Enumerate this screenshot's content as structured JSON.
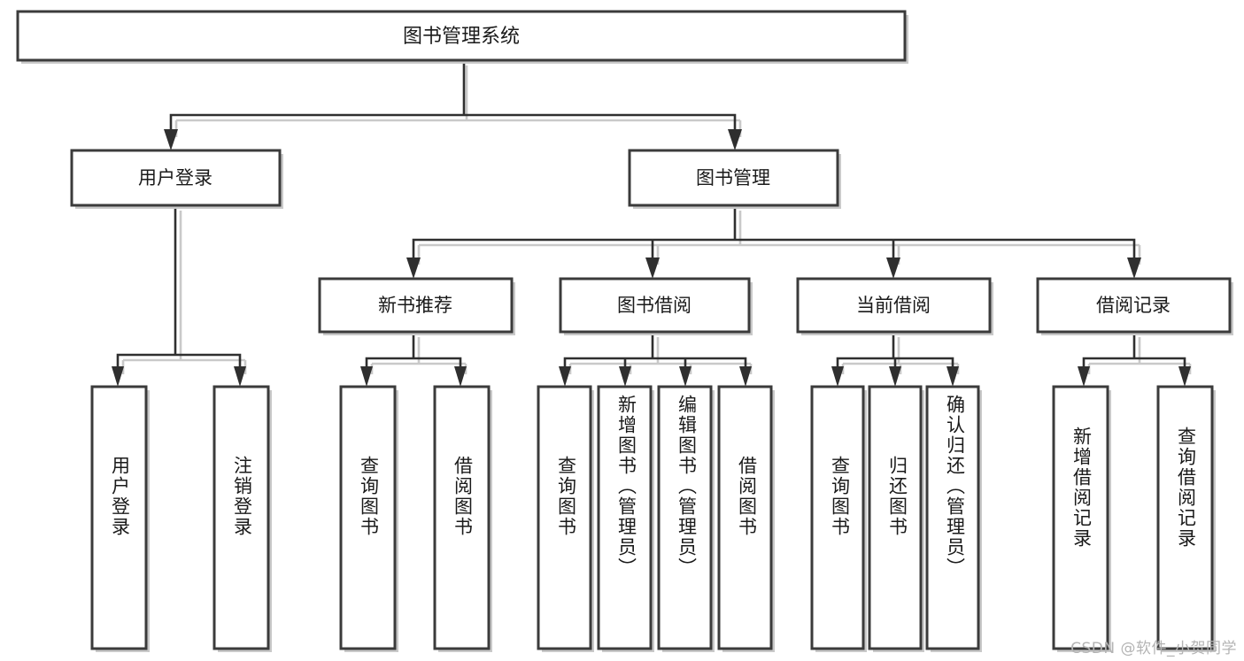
{
  "diagram": {
    "type": "tree",
    "title": "图书管理系统",
    "orientation": "top-down",
    "colors": {
      "box_stroke": "#3b3b3b",
      "box_fill": "#ffffff",
      "line": "#2f2f2f",
      "shadow": "#c9c9c9",
      "text": "#1a1a1a",
      "watermark": "#b4b4b4",
      "background": "#ffffff"
    },
    "root": {
      "label": "图书管理系统"
    },
    "level2": [
      {
        "label": "用户登录"
      },
      {
        "label": "图书管理"
      }
    ],
    "level3": [
      {
        "label": "新书推荐"
      },
      {
        "label": "图书借阅"
      },
      {
        "label": "当前借阅"
      },
      {
        "label": "借阅记录"
      }
    ],
    "leaves": {
      "user_login": [
        {
          "label": "用户登录"
        },
        {
          "label": "注销登录"
        }
      ],
      "new_book_recommend": [
        {
          "label": "查询图书"
        },
        {
          "label": "借阅图书"
        }
      ],
      "book_borrow": [
        {
          "label": "查询图书"
        },
        {
          "label": "新增图书（管理员）"
        },
        {
          "label": "编辑图书（管理员）"
        },
        {
          "label": "借阅图书"
        }
      ],
      "current_borrow": [
        {
          "label": "查询图书"
        },
        {
          "label": "归还图书"
        },
        {
          "label": "确认归还（管理员）"
        }
      ],
      "borrow_record": [
        {
          "label": "新增借阅记录"
        },
        {
          "label": "查询借阅记录"
        }
      ]
    }
  },
  "watermark": {
    "text": "CSDN @软件_小贺同学"
  }
}
